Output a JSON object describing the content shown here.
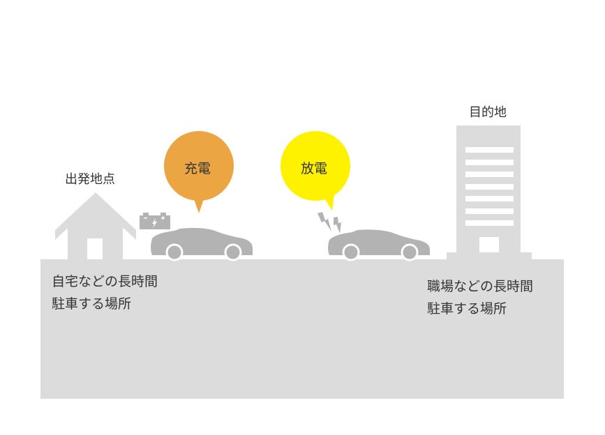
{
  "labels": {
    "origin": "出発地点",
    "destination": "目的地",
    "charge": "充電",
    "discharge": "放電",
    "origin_desc": [
      "自宅などの長時間",
      "駐車する場所"
    ],
    "destination_desc": [
      "職場などの長時間",
      "駐車する場所"
    ]
  },
  "icons": [
    "house-icon",
    "battery-icon",
    "car-icon",
    "lightning-icon",
    "building-icon"
  ],
  "colors": {
    "ground": "#dcdcdc",
    "car": "#b3b3b3",
    "charge_bubble": "#eba543",
    "discharge_bubble": "#fff200",
    "text": "#333333"
  }
}
